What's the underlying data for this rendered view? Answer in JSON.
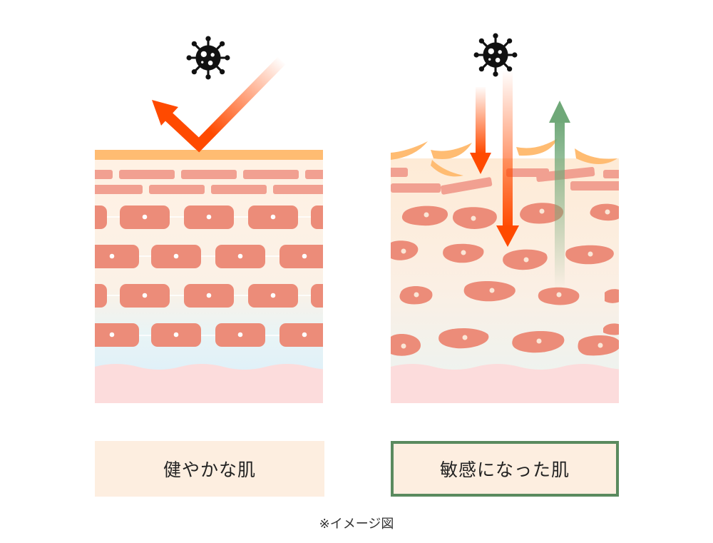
{
  "labels": {
    "healthy": "健やかな肌",
    "sensitive": "敏感になった肌"
  },
  "caption": "※イメージ図",
  "colors": {
    "barrier_healthy": "#ffbc72",
    "horny_cells": "#f1a091",
    "cells": "#ec8c79",
    "nucleus": "#ffffff",
    "inner_layer": "#fff1e4",
    "basal_blue": "#e0f1f8",
    "dermis": "#fcdcdc",
    "irritant_arrow": "#ff4a00",
    "moisture_arrow": "#6fa878",
    "germ": "#111111",
    "label_bg": "#fdeee0",
    "label_border": "#5a8a5e"
  },
  "icons": {
    "irritant": "virus-icon",
    "incoming": "arrow-down-icon",
    "reflected": "arrow-reflect-icon",
    "moisture_loss": "arrow-up-icon"
  }
}
